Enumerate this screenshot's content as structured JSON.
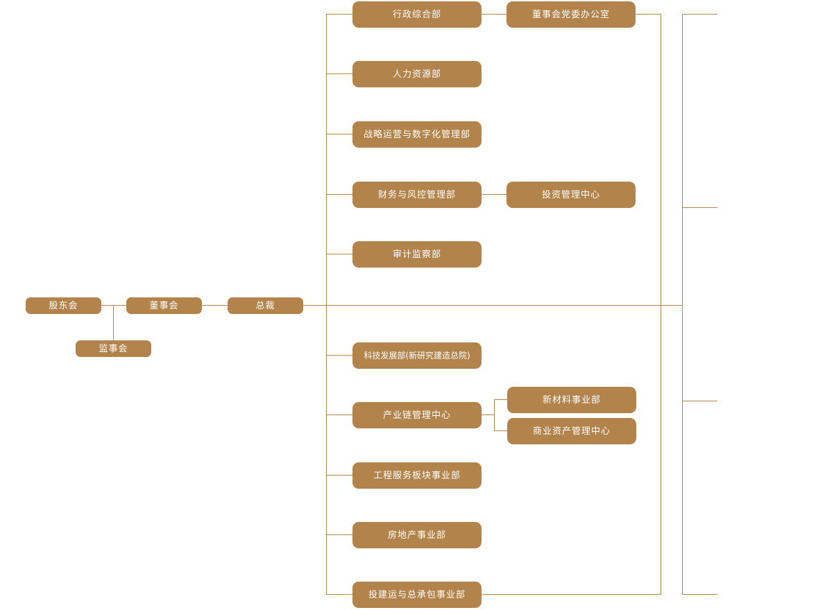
{
  "diagram": {
    "type": "organization-chart",
    "colors": {
      "node_fill": "#B2834A",
      "connector": "#B2834A",
      "node_text": "#FFFFFF",
      "background": "#FFFFFF"
    },
    "nodes": {
      "shareholders": "股东会",
      "supervisory_board": "监事会",
      "board_of_directors": "董事会",
      "president": "总裁",
      "general_admin_dept": "行政综合部",
      "board_party_office": "董事会党委办公室",
      "hr_dept": "人力资源部",
      "strategy_digital_dept": "战略运营与数字化管理部",
      "finance_risk_dept": "财务与风控管理部",
      "investment_center": "投资管理中心",
      "audit_supervision_dept": "审计监察部",
      "tech_development_dept": "科技发展部(新研究建造总院)",
      "industry_chain_center": "产业链管理中心",
      "new_materials_division": "新材料事业部",
      "commercial_assets_center": "商业资产管理中心",
      "engineering_services_division": "工程服务板块事业部",
      "real_estate_division": "房地产事业部",
      "investment_construction_epc_division": "投建运与总承包事业部"
    },
    "edges": [
      [
        "shareholders",
        "board_of_directors"
      ],
      [
        "shareholders",
        "supervisory_board"
      ],
      [
        "board_of_directors",
        "president"
      ],
      [
        "president",
        "general_admin_dept"
      ],
      [
        "president",
        "hr_dept"
      ],
      [
        "president",
        "strategy_digital_dept"
      ],
      [
        "president",
        "finance_risk_dept"
      ],
      [
        "president",
        "audit_supervision_dept"
      ],
      [
        "president",
        "tech_development_dept"
      ],
      [
        "president",
        "industry_chain_center"
      ],
      [
        "president",
        "engineering_services_division"
      ],
      [
        "president",
        "real_estate_division"
      ],
      [
        "president",
        "investment_construction_epc_division"
      ],
      [
        "general_admin_dept",
        "board_party_office"
      ],
      [
        "finance_risk_dept",
        "investment_center"
      ],
      [
        "industry_chain_center",
        "new_materials_division"
      ],
      [
        "industry_chain_center",
        "commercial_assets_center"
      ]
    ],
    "clipped_right_connectors": 4
  }
}
